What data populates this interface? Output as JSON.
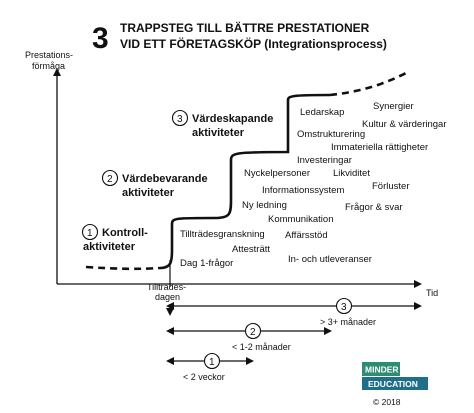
{
  "title": {
    "number": "3",
    "line1": "TRAPPSTEG TILL BÄTTRE PRESTATIONER",
    "line2": "VID ETT FÖRETAGSKÖP (Integrationsprocess)"
  },
  "axes": {
    "y_label_1": "Prestations-",
    "y_label_2": "förmåga",
    "x_label": "Tid",
    "day_label_1": "Tillträdes-",
    "day_label_2": "dagen"
  },
  "stages": [
    {
      "number": "1",
      "line1": "Kontroll-",
      "line2": "aktiviteter"
    },
    {
      "number": "2",
      "line1": "Värdebevarande",
      "line2": "aktiviteter"
    },
    {
      "number": "3",
      "line1": "Värdeskapande",
      "line2": "aktiviteter"
    }
  ],
  "activities": [
    "Ledarskap",
    "Synergier",
    "Kultur & värderingar",
    "Omstrukturering",
    "Immateriella rättigheter",
    "Investeringar",
    "Nyckelpersoner",
    "Likviditet",
    "Förluster",
    "Informationssystem",
    "Ny ledning",
    "Frågor & svar",
    "Kommunikation",
    "Tillträdesgranskning",
    "Affärsstöd",
    "Attesträtt",
    "Dag 1-frågor",
    "In- och utleveranser"
  ],
  "timeline": [
    {
      "number": "3",
      "label": "> 3+ månader"
    },
    {
      "number": "2",
      "label": "< 1-2 månader"
    },
    {
      "number": "1",
      "label": "< 2 veckor"
    }
  ],
  "logo": {
    "line1": "MINDER",
    "line2": "EDUCATION"
  },
  "copyright": "© 2018",
  "colors": {
    "ink": "#111111",
    "logo_green": "#2e8b74",
    "logo_teal": "#1f6f8b"
  }
}
